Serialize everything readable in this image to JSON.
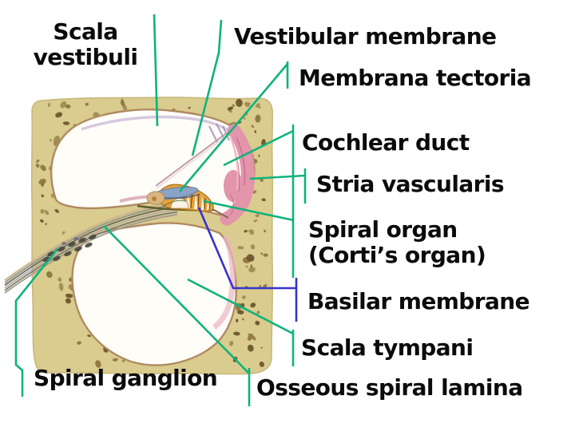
{
  "labels": {
    "scala_vestibuli": {
      "lines": [
        "Scala",
        "vestibuli"
      ]
    },
    "vestibular_membrane": {
      "text": "Vestibular membrane"
    },
    "membrana_tectoria": {
      "text": "Membrana tectoria"
    },
    "cochlear_duct": {
      "text": "Cochlear duct"
    },
    "stria_vascularis": {
      "text": "Stria vascularis"
    },
    "spiral_organ": {
      "lines": [
        "Spiral organ",
        "(Corti’s organ)"
      ]
    },
    "basilar_membrane": {
      "text": "Basilar membrane"
    },
    "scala_tympani": {
      "text": "Scala tympani"
    },
    "spiral_ganglion": {
      "text": "Spiral ganglion"
    },
    "osseous_spiral_lamina": {
      "text": "Osseous spiral lamina"
    }
  },
  "colors": {
    "pointer_green": "#0fb27c",
    "pointer_blue": "#3633cb",
    "label_text": "#0b0b0b",
    "background": "#ffffff",
    "bone": "#d9cc8e",
    "bone_edge": "#c6b67a",
    "speckle_dark": "#6b522a",
    "speckle_mid": "#8d7440",
    "speckle_light": "#a08a52",
    "cavity": "#fffdf8",
    "cavity_rim": "#b08a62",
    "stria_pink": "#e295ab",
    "stria_deep": "#c96f8f",
    "organ_orange": "#e6a23b",
    "tectorial_blue": "#8ba3c6",
    "nerve_gray": "#6e6e64"
  }
}
